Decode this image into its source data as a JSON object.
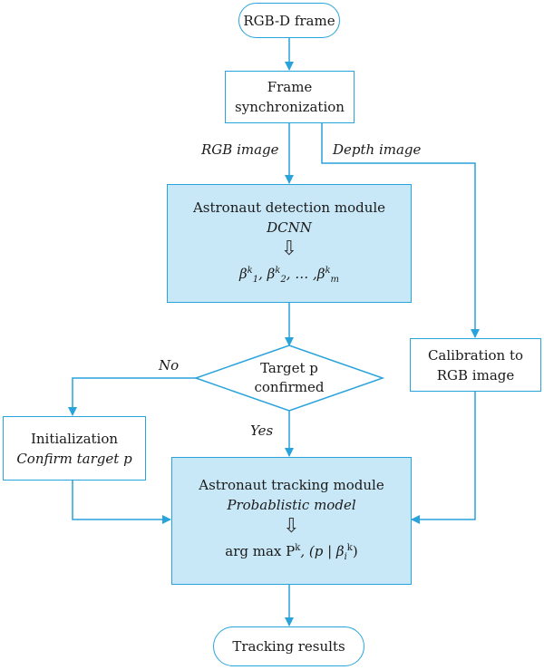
{
  "nodes": {
    "rgbd_frame": "RGB-D frame",
    "frame_sync": [
      "Frame",
      "synchronization"
    ],
    "detection": {
      "title": "Astronaut detection module",
      "method": "DCNN",
      "output_symbol": "β",
      "output_sub_1": "1",
      "output_sub_2": "2",
      "output_sub_m": "m",
      "output_sup": "k",
      "output_ellipsis": ", … ,"
    },
    "decision": [
      "Target p",
      "confirmed"
    ],
    "calibration": [
      "Calibration to",
      "RGB image"
    ],
    "initialization": [
      "Initialization",
      "Confirm target p"
    ],
    "tracking": {
      "title": "Astronaut tracking module",
      "method": "Probablistic model",
      "formula_prefix": "arg max P",
      "formula_sup": "k",
      "formula_mid": ", (p | β",
      "formula_sub": "i",
      "formula_sup2": "k",
      "formula_end": ")"
    },
    "results": "Tracking results"
  },
  "edge_labels": {
    "rgb_image": "RGB image",
    "depth_image": "Depth image",
    "no": "No",
    "yes": "Yes"
  },
  "colors": {
    "line": "#29a3dc",
    "fill": "#c9e8f7"
  }
}
